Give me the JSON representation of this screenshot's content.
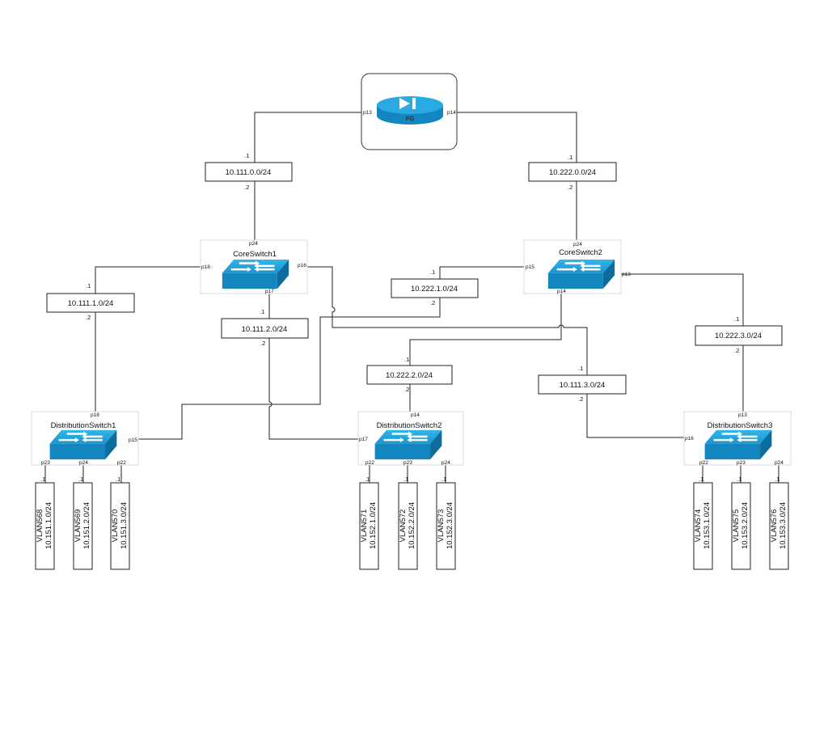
{
  "firewall": {
    "label": "FG",
    "port_left": "p13",
    "port_right": "p14"
  },
  "core1": {
    "label": "CoreSwitch1",
    "p_top": "p24",
    "p_left": "p18",
    "p_right": "p16",
    "p_bottom": "p17"
  },
  "core2": {
    "label": "CoreSwitch2",
    "p_top": "p24",
    "p_left": "p15",
    "p_right": "p13",
    "p_bottom": "p14"
  },
  "dist1": {
    "label": "DistributionSwitch1",
    "p_top": "p18",
    "p_right": "p15",
    "p_a": "p23",
    "p_b": "p24",
    "p_c": "p22"
  },
  "dist2": {
    "label": "DistributionSwitch2",
    "p_top": "p14",
    "p_left": "p17",
    "p_a": "p22",
    "p_b": "p23",
    "p_c": "p24"
  },
  "dist3": {
    "label": "DistributionSwitch3",
    "p_top": "p13",
    "p_left": "p16",
    "p_a": "p22",
    "p_b": "p23",
    "p_c": "p24"
  },
  "links": [
    {
      "net": "10.111.0.0/24",
      "a": ".1",
      "b": ".2"
    },
    {
      "net": "10.222.0.0/24",
      "a": ".1",
      "b": ".2"
    },
    {
      "net": "10.111.1.0/24",
      "a": ".1",
      "b": ".2"
    },
    {
      "net": "10.111.2.0/24",
      "a": ".1",
      "b": ".2"
    },
    {
      "net": "10.222.1.0/24",
      "a": ".1",
      "b": ".2"
    },
    {
      "net": "10.222.2.0/24",
      "a": ".1",
      "b": ".2"
    },
    {
      "net": "10.111.3.0/24",
      "a": ".1",
      "b": ".2"
    },
    {
      "net": "10.222.3.0/24",
      "a": ".1",
      "b": ".2"
    }
  ],
  "vlans": [
    {
      "name": "VLAN568",
      "net": "10.151.1.0/24",
      "ip": ".1"
    },
    {
      "name": "VLAN569",
      "net": "10.151.2.0/24",
      "ip": ".1"
    },
    {
      "name": "VLAN570",
      "net": "10.151.3.0/24",
      "ip": ".1"
    },
    {
      "name": "VLAN571",
      "net": "10.152.1.0/24",
      "ip": ".1"
    },
    {
      "name": "VLAN572",
      "net": "10.152.2.0/24",
      "ip": ".1"
    },
    {
      "name": "VLAN573",
      "net": "10.152.3.0/24",
      "ip": ".1"
    },
    {
      "name": "VLAN574",
      "net": "10.153.1.0/24",
      "ip": ".1"
    },
    {
      "name": "VLAN575",
      "net": "10.153.2.0/24",
      "ip": ".1"
    },
    {
      "name": "VLAN576",
      "net": "10.153.3.0/24",
      "ip": ".1"
    }
  ]
}
